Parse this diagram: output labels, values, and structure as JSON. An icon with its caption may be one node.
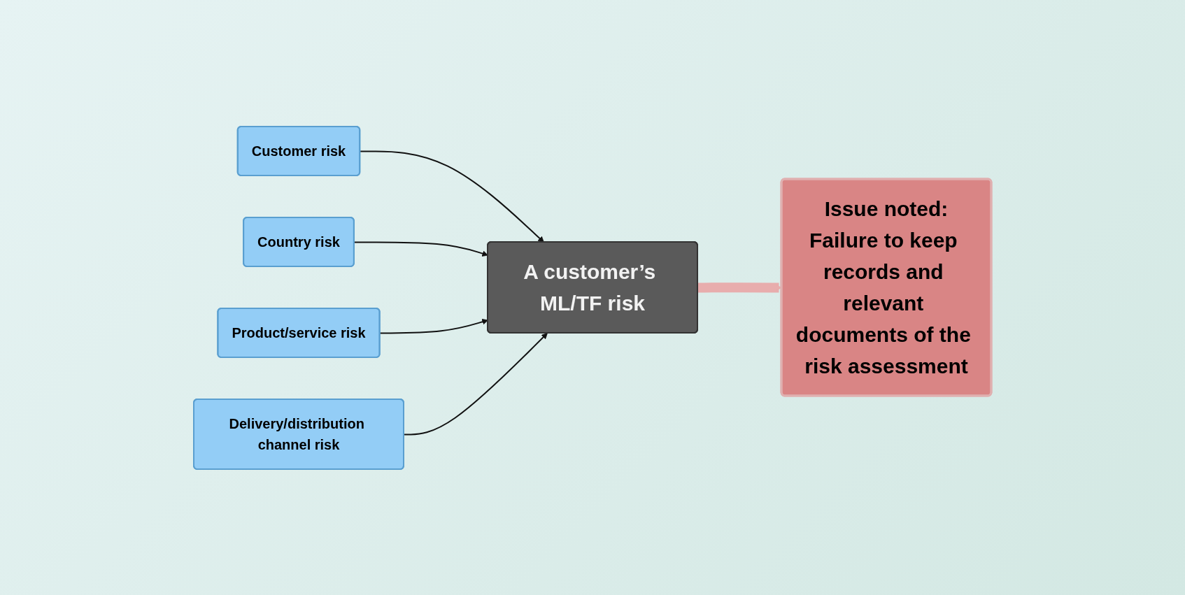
{
  "diagram": {
    "nodes": [
      {
        "text": [
          "Customer risk"
        ]
      },
      {
        "text": [
          "Country risk"
        ]
      },
      {
        "text": [
          "A customer’s ML/TF risk"
        ]
      },
      {
        "text": [
          "Issue noted:",
          "Failure to keep records and relevant documents of the risk assessment"
        ]
      },
      {
        "text": [
          "Product/service risk"
        ]
      },
      {
        "text": [
          "Delivery/distribution channel risk"
        ]
      }
    ],
    "edges": [
      {
        "from": 0,
        "to": 2,
        "arrow": "to"
      },
      {
        "from": 1,
        "to": 2,
        "arrow": "to"
      },
      {
        "from": 4,
        "to": 2,
        "arrow": "to"
      },
      {
        "from": 5,
        "to": 2,
        "arrow": "to"
      },
      {
        "from": 2,
        "to": 3,
        "arrow": "to",
        "style": "thick",
        "color": "#e8adad"
      }
    ]
  }
}
